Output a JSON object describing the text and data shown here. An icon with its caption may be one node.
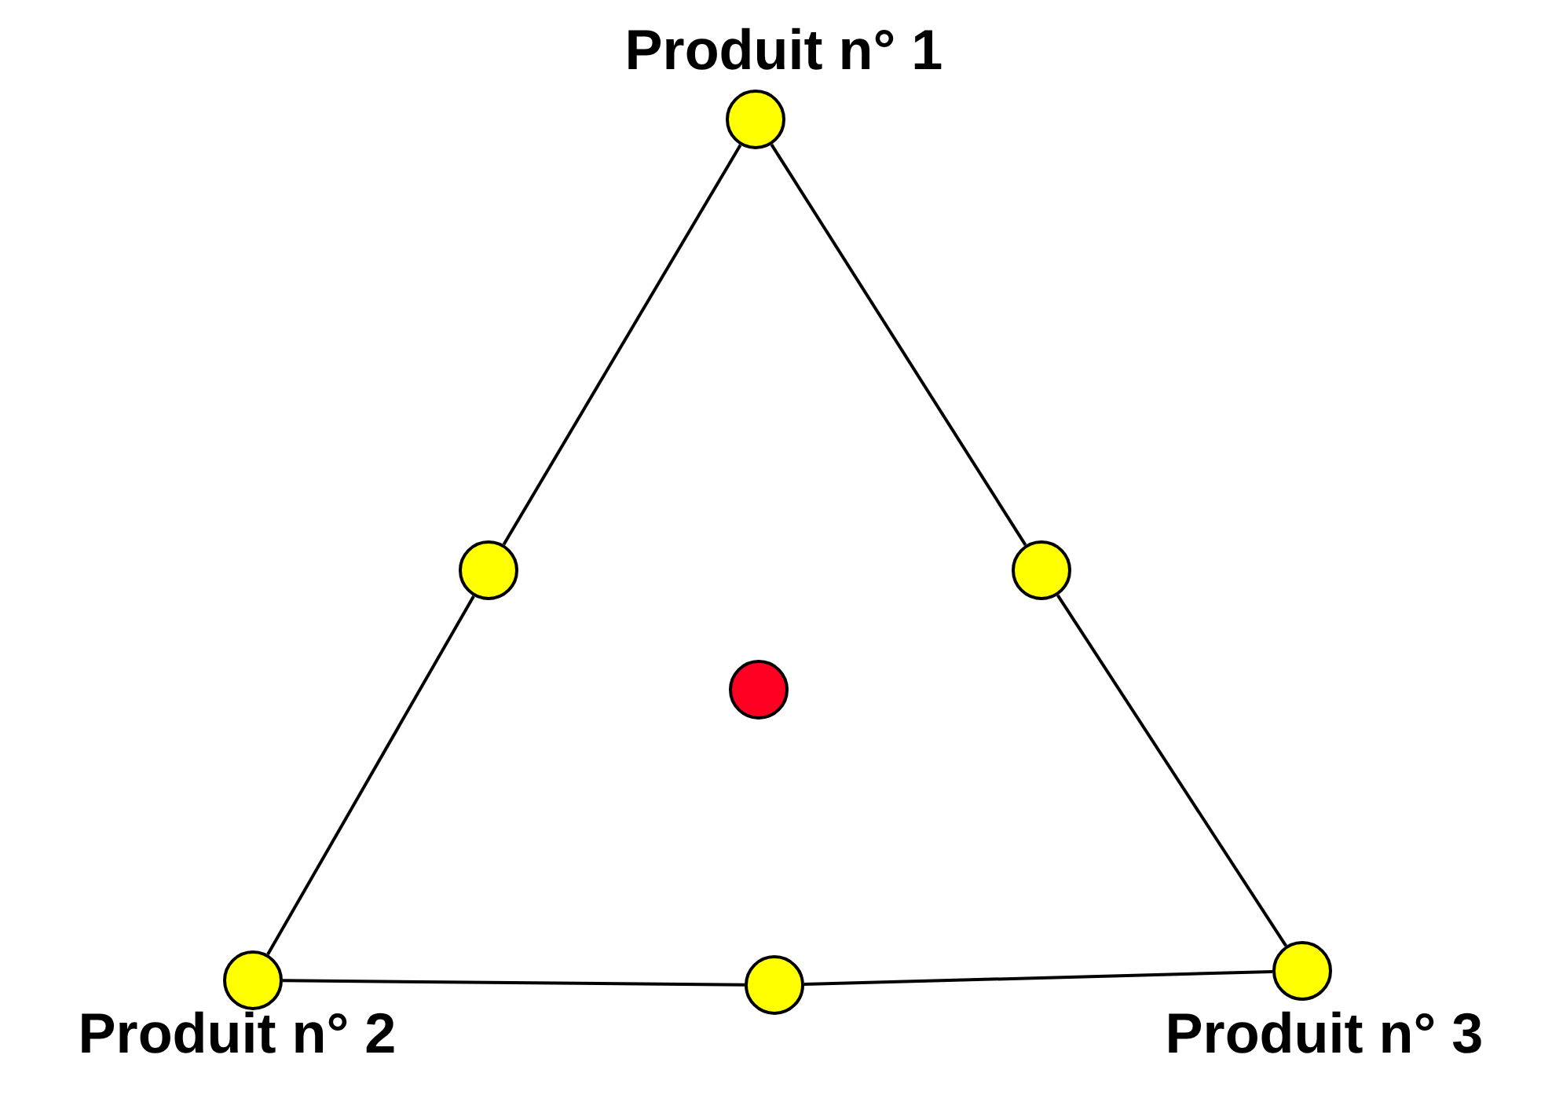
{
  "diagram": {
    "nodes": [
      {
        "text": [],
        "shape": "circle",
        "beside": [
          "Produit n° 1"
        ]
      },
      {
        "text": [],
        "shape": "circle"
      },
      {
        "text": [],
        "shape": "circle"
      },
      {
        "text": [],
        "shape": "circle"
      },
      {
        "text": [],
        "shape": "circle",
        "beside": [
          "Produit n° 2"
        ]
      },
      {
        "text": [],
        "shape": "circle"
      },
      {
        "text": [],
        "shape": "circle",
        "beside": [
          "Produit n° 3"
        ]
      }
    ],
    "edges": [
      {
        "from": 0,
        "to": 1,
        "arrow": "none"
      },
      {
        "from": 1,
        "to": 4,
        "arrow": "none"
      },
      {
        "from": 0,
        "to": 2,
        "arrow": "none"
      },
      {
        "from": 2,
        "to": 6,
        "arrow": "none"
      },
      {
        "from": 4,
        "to": 5,
        "arrow": "none"
      },
      {
        "from": 5,
        "to": 6,
        "arrow": "none"
      }
    ]
  }
}
